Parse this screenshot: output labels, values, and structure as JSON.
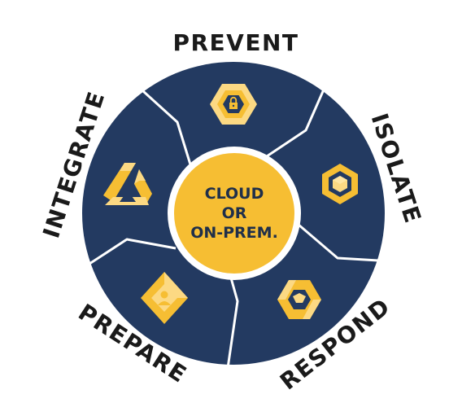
{
  "colors": {
    "navy": "#233a61",
    "gold": "#f6be33",
    "gold_light": "#fcd983",
    "divider": "#ffffff",
    "text_dark": "#1a1a1a"
  },
  "center": {
    "line1": "CLOUD",
    "line2": "OR",
    "line3": "ON-PREM."
  },
  "segments": [
    {
      "label": "PREVENT",
      "icon": "hexagon-lock-icon"
    },
    {
      "label": "ISOLATE",
      "icon": "hexagon-cube-icon"
    },
    {
      "label": "RESPOND",
      "icon": "interlocking-hexagon-icon"
    },
    {
      "label": "PREPARE",
      "icon": "diamond-user-icon"
    },
    {
      "label": "INTEGRATE",
      "icon": "triangle-blocks-icon"
    }
  ]
}
